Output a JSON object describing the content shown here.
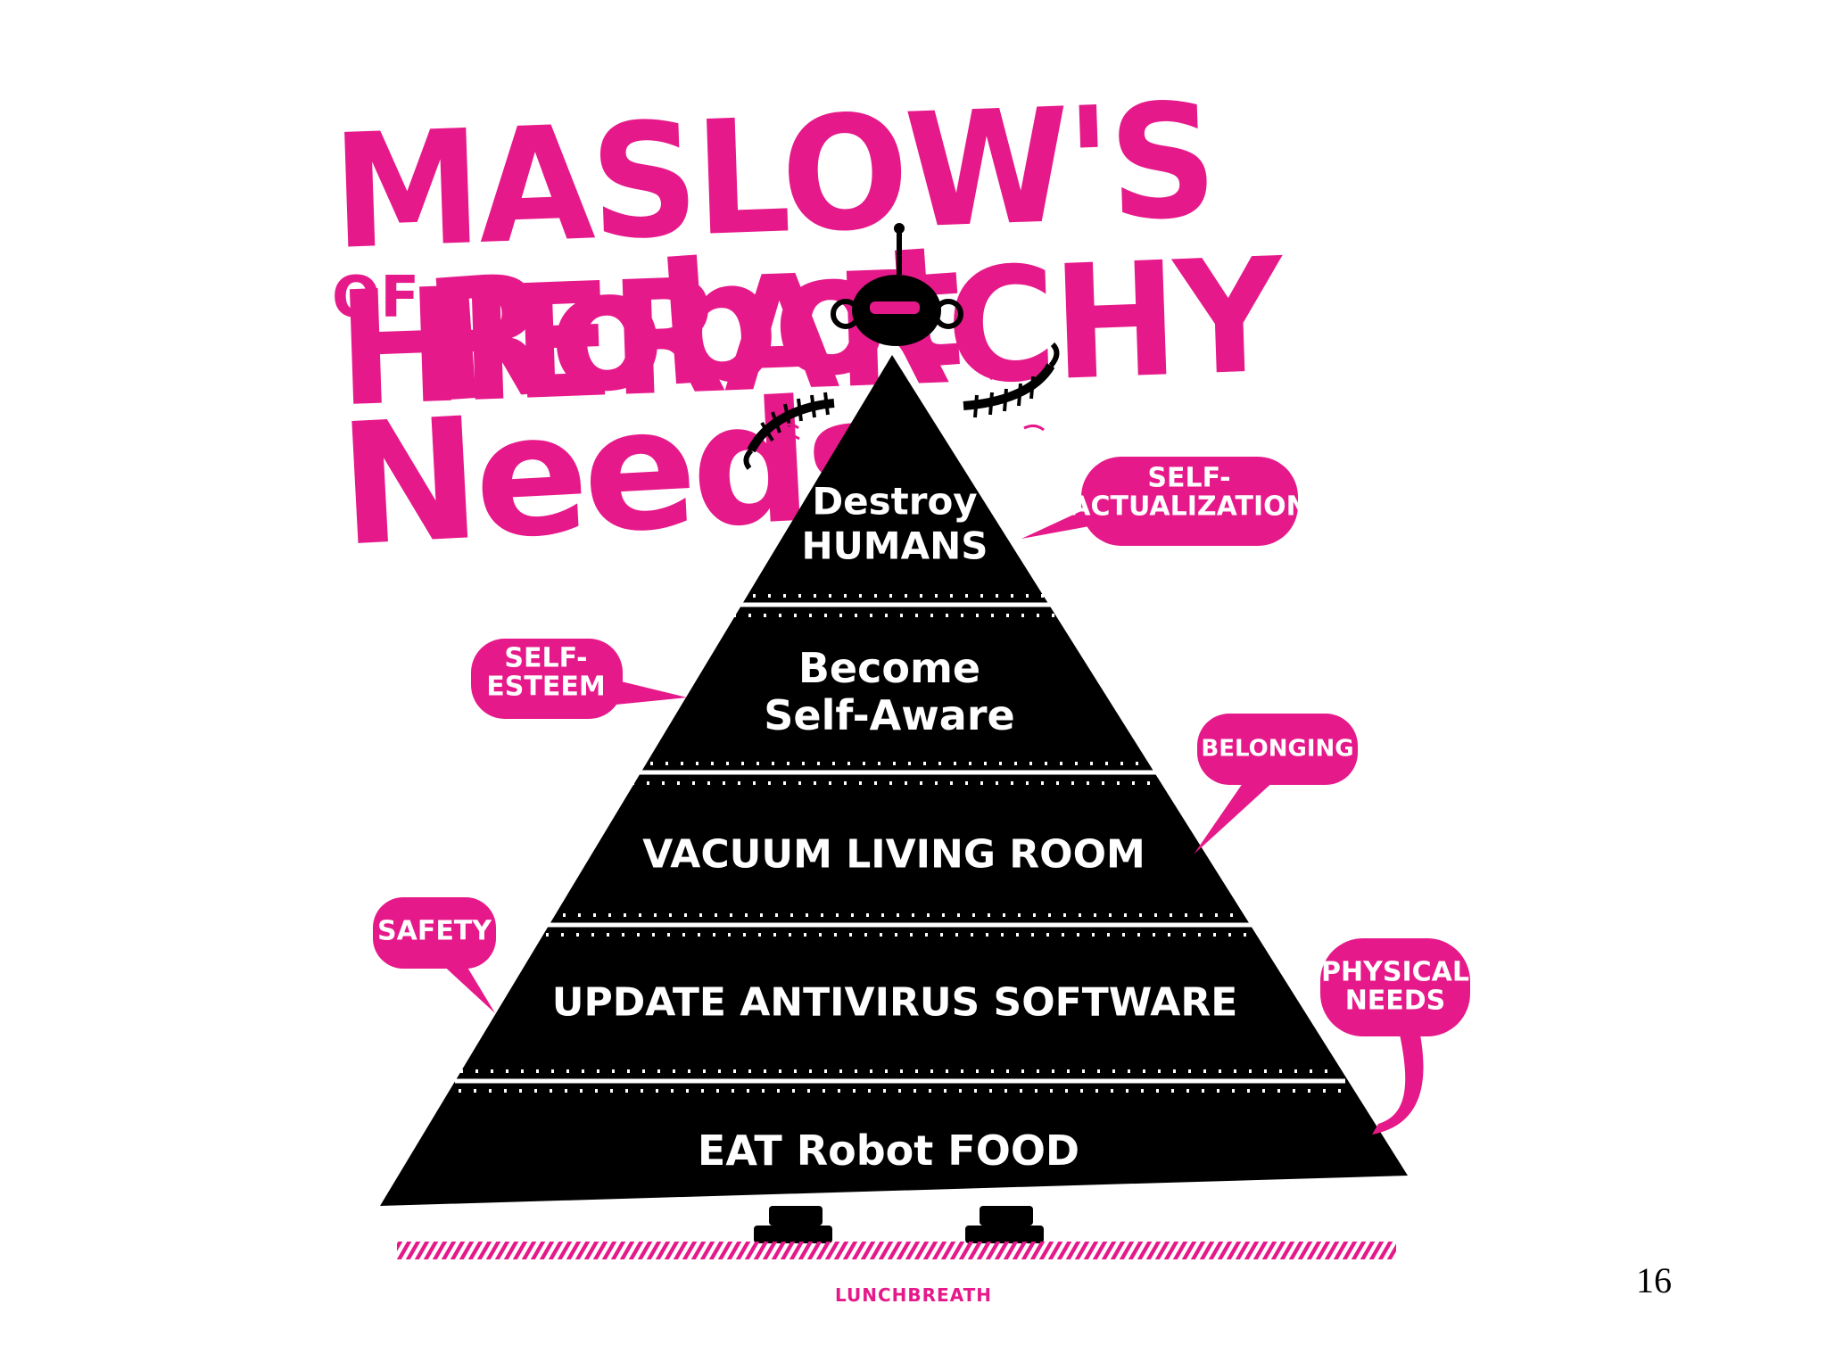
{
  "title": {
    "line1": "MASLOW'S HIERARCHY",
    "line2_small": "OF",
    "line2": "Robot",
    "line3": "Needs"
  },
  "pyramid": {
    "tiers": [
      {
        "label": "Destroy\nHUMANS"
      },
      {
        "label": "Become\nSelf-Aware"
      },
      {
        "label": "VACUUM LIVING ROOM"
      },
      {
        "label": "UPDATE ANTIVIRUS SOFTWARE"
      },
      {
        "label": "EAT Robot FOOD"
      }
    ]
  },
  "callouts": [
    {
      "label": "SELF-\nACTUALIZATION"
    },
    {
      "label": "SELF-\nESTEEM"
    },
    {
      "label": "BELONGING"
    },
    {
      "label": "SAFETY"
    },
    {
      "label": "PHYSICAL\nNEEDS"
    }
  ],
  "credit": "LUNCHBREATH",
  "page_number": "16",
  "colors": {
    "accent": "#e6198a",
    "pyramid": "#000000",
    "background": "#ffffff"
  }
}
